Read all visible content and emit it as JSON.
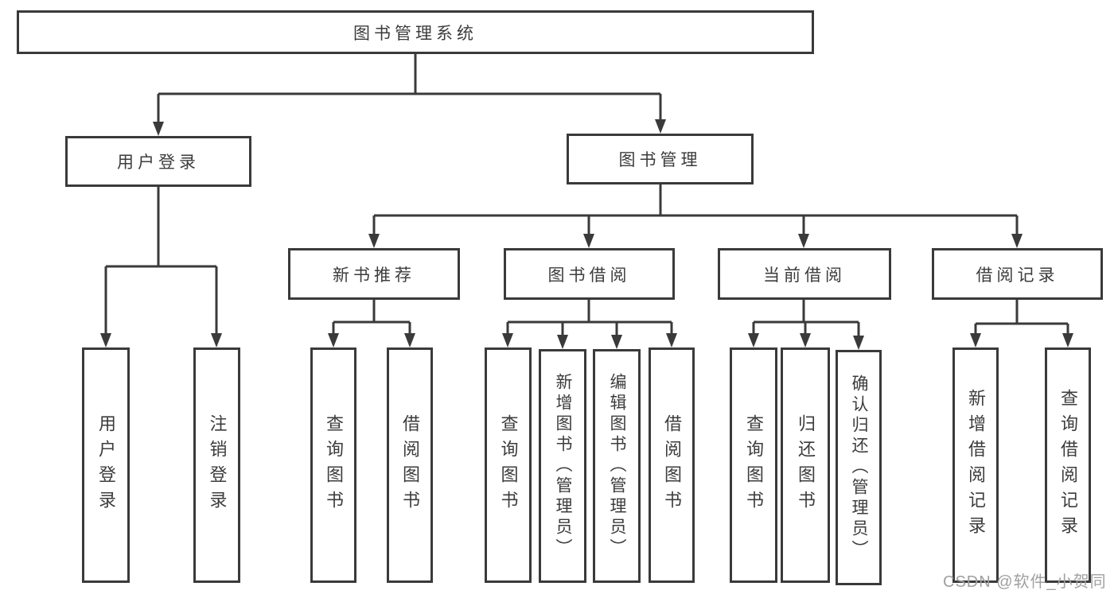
{
  "colors": {
    "line": "#3a3a3a",
    "text": "#3c3c3c",
    "watermark": "#a0a0a0",
    "background": "#ffffff"
  },
  "watermark": {
    "text": "CSDN @软件_小贺同学"
  },
  "tree": {
    "label": "图书管理系统",
    "children": [
      {
        "label": "用户登录",
        "children": [
          {
            "label": "用户登录"
          },
          {
            "label": "注销登录"
          }
        ]
      },
      {
        "label": "图书管理",
        "children": [
          {
            "label": "新书推荐",
            "children": [
              {
                "label": "查询图书"
              },
              {
                "label": "借阅图书"
              }
            ]
          },
          {
            "label": "图书借阅",
            "children": [
              {
                "label": "查询图书"
              },
              {
                "label": "新增图书（管理员）"
              },
              {
                "label": "编辑图书（管理员）"
              },
              {
                "label": "借阅图书"
              }
            ]
          },
          {
            "label": "当前借阅",
            "children": [
              {
                "label": "查询图书"
              },
              {
                "label": "归还图书"
              },
              {
                "label": "确认归还（管理员）"
              }
            ]
          },
          {
            "label": "借阅记录",
            "children": [
              {
                "label": "新增借阅记录"
              },
              {
                "label": "查询借阅记录"
              }
            ]
          }
        ]
      }
    ]
  }
}
